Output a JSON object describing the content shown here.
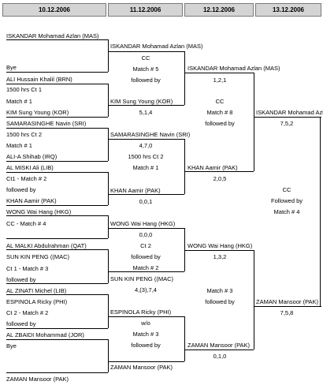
{
  "dates": [
    "10.12.2006",
    "11.12.2006",
    "12.12.2006",
    "13.12.2006"
  ],
  "round1": [
    {
      "text": "ISKANDAR Mohamad Azlan (MAS)"
    },
    {
      "text": "Bye"
    },
    {
      "text": "ALI Hussain Khalil (BRN)"
    },
    {
      "text": "1500 hrs Ct 1"
    },
    {
      "text": "Match # 1"
    },
    {
      "text": "KIM Sung Young (KOR)"
    },
    {
      "text": "SAMARASINGHE Navin (SRI)"
    },
    {
      "text": "1500 hrs Ct 2"
    },
    {
      "text": "Match # 1"
    },
    {
      "text": "ALI-A Shihab (IRQ)"
    },
    {
      "text": "AL MISKI Ali (LIB)"
    },
    {
      "text": "Ct1 - Match # 2"
    },
    {
      "text": "followed by"
    },
    {
      "text": "KHAN Aamir (PAK)"
    },
    {
      "text": "WONG Wai Hang (HKG)"
    },
    {
      "text": "CC  -  Match # 4"
    },
    {
      "text": "AL MALKI Abdulrahman (QAT)"
    },
    {
      "text": "SUN KIN PENG ((MAC)"
    },
    {
      "text": "Ct 1 - Match # 3"
    },
    {
      "text": "followed by"
    },
    {
      "text": "AL ZINATI Michel (LIB)"
    },
    {
      "text": "ESPINOLA Ricky (PHI)"
    },
    {
      "text": "Ct 2 - Match # 2"
    },
    {
      "text": "followed by"
    },
    {
      "text": "AL ZBAIDI Mohammad (JOR)"
    },
    {
      "text": "Bye"
    },
    {
      "text": "ZAMAN Mansoor (PAK)"
    }
  ],
  "round2": [
    {
      "text": "ISKANDAR Mohamad Azlan (MAS)"
    },
    {
      "text": "CC"
    },
    {
      "text": "Match # 5"
    },
    {
      "text": "followed by"
    },
    {
      "text": "KIM Sung Young (KOR)"
    },
    {
      "text": "5,1,4"
    },
    {
      "text": "SAMARASINGHE Navin (SRI)"
    },
    {
      "text": "4,7,0"
    },
    {
      "text": "1500 hrs Ct 2"
    },
    {
      "text": "Match # 1"
    },
    {
      "text": "KHAN Aamir (PAK)"
    },
    {
      "text": "0,0,1"
    },
    {
      "text": "WONG Wai Hang (HKG)"
    },
    {
      "text": "0,0,0"
    },
    {
      "text": "Ct 2"
    },
    {
      "text": "followed by"
    },
    {
      "text": "Match # 2"
    },
    {
      "text": "SUN KIN PENG ((MAC)"
    },
    {
      "text": "4,(3),7,4"
    },
    {
      "text": "ESPINOLA Ricky (PHI)"
    },
    {
      "text": "w/o"
    },
    {
      "text": "Match # 3"
    },
    {
      "text": "followed by"
    },
    {
      "text": "ZAMAN Mansoor (PAK)"
    }
  ],
  "round3": [
    {
      "text": "ISKANDAR Mohamad Azlan (MAS)"
    },
    {
      "text": "1,2,1"
    },
    {
      "text": "CC"
    },
    {
      "text": "Match # 8"
    },
    {
      "text": "followed by"
    },
    {
      "text": "KHAN Aamir (PAK)"
    },
    {
      "text": "2,0,5"
    },
    {
      "text": "WONG Wai Hang (HKG)"
    },
    {
      "text": "1,3,2"
    },
    {
      "text": "Match # 3"
    },
    {
      "text": "followed by"
    },
    {
      "text": "ZAMAN Mansoor (PAK)"
    },
    {
      "text": "0,1,0"
    }
  ],
  "round4": [
    {
      "text": "ISKANDAR Mohamad Azlan (MAS)"
    },
    {
      "text": "7,5,2"
    },
    {
      "text": "CC"
    },
    {
      "text": "Followed by"
    },
    {
      "text": "Match # 4"
    },
    {
      "text": "ZAMAN Mansoor (PAK)"
    },
    {
      "text": "7,5,8"
    }
  ]
}
